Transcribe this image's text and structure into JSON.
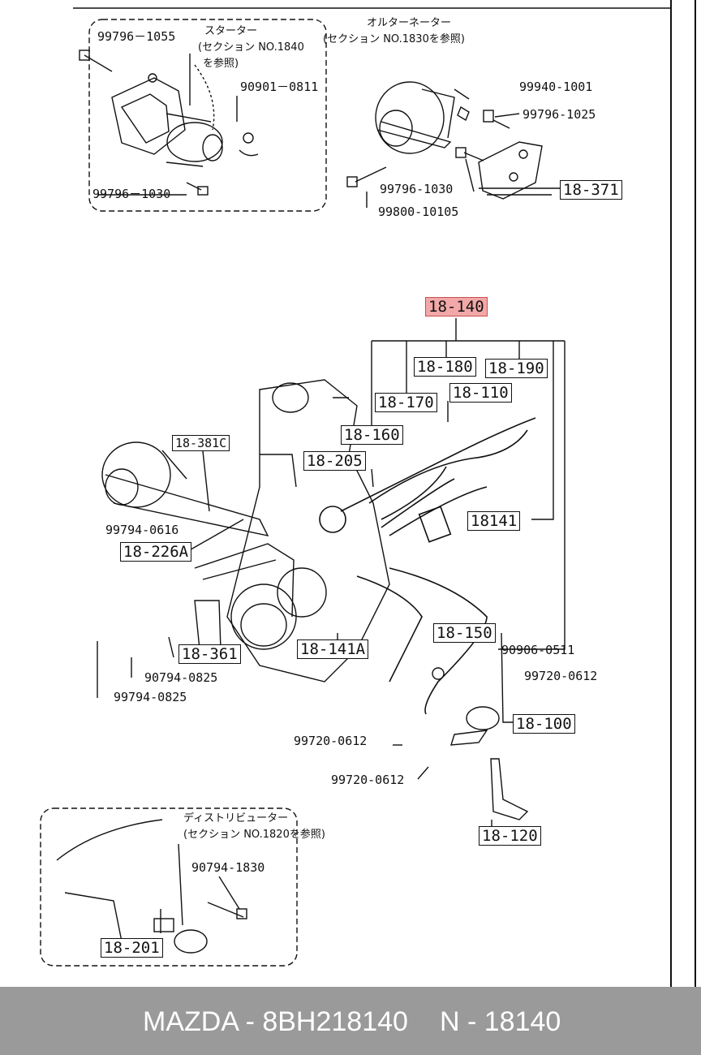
{
  "inset_starter": {
    "title_jp": "スターター",
    "note_jp": "(セクション NO.1840",
    "note_jp2": "を参照)",
    "parts": [
      "99796－1055",
      "90901－0811",
      "99796－1030"
    ]
  },
  "inset_alternator": {
    "title_jp": "オルターネーター",
    "note_jp": "(セクション NO.1830を参照)",
    "parts": [
      "99940-1001",
      "99796-1025",
      "99796-1030",
      "99800-10105"
    ],
    "ref": "18-371"
  },
  "main": {
    "refs": {
      "r18_140": "18-140",
      "r18_180": "18-180",
      "r18_190": "18-190",
      "r18_170": "18-170",
      "r18_110": "18-110",
      "r18_160": "18-160",
      "r18_205": "18-205",
      "r18_141": "18141",
      "r18_381c": "18-381C",
      "r18_226a": "18-226A",
      "r18_361": "18-361",
      "r18_141a": "18-141A",
      "r18_150": "18-150",
      "r18_100": "18-100",
      "r18_120": "18-120"
    },
    "parts": {
      "p99794_0616": "99794-0616",
      "p90794_0825": "90794-0825",
      "p99794_0825": "99794-0825",
      "p90906_0511": "90906-0511",
      "p99720_0612_a": "99720-0612",
      "p99720_0612_b": "99720-0612",
      "p99720_0612_c": "99720-0612"
    }
  },
  "inset_distributor": {
    "title_jp": "ディストリビューター",
    "note_jp": "(セクション NO.1820を参照)",
    "parts": [
      "90794-1830"
    ],
    "ref": "18-201"
  },
  "footer": {
    "brand": "MAZDA - 8BH218140",
    "number": "N - 18140"
  },
  "colors": {
    "highlight": "#f2a8a8",
    "footer_bg": "#9a9a9a"
  }
}
